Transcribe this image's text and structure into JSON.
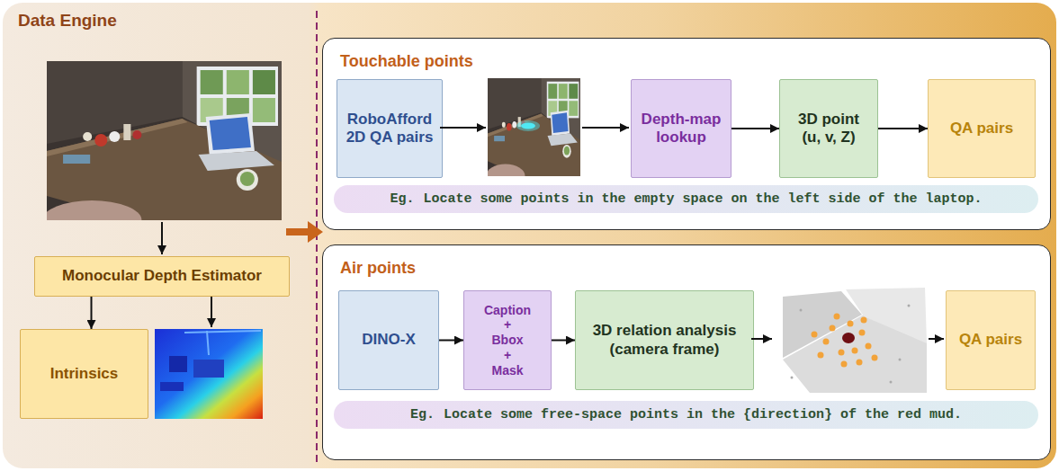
{
  "diagram": {
    "nodes": [
      {
        "text": [
          "Data Engine"
        ]
      },
      {
        "text": [
          "Monocular Depth Estimator"
        ],
        "in": 0
      },
      {
        "text": [
          "Intrinsics"
        ],
        "in": 0
      },
      {
        "text": [
          "Touchable points"
        ],
        "in": 0
      },
      {
        "text": [
          "RoboAfford 2D QA pairs"
        ],
        "in": 3
      },
      {
        "text": [
          "Depth-map lookup"
        ],
        "in": 3
      },
      {
        "text": [
          "3D point (u, v, Z)"
        ],
        "in": 3
      },
      {
        "text": [
          "QA pairs"
        ],
        "in": 3
      },
      {
        "text": [
          "Eg.",
          "Locate some points in the empty space on the left side of the laptop."
        ],
        "in": 3
      },
      {
        "text": [
          "Air points"
        ],
        "in": 0
      },
      {
        "text": [
          "DINO-X"
        ],
        "in": 9
      },
      {
        "text": [
          "Caption + Bbox + Mask"
        ],
        "in": 9
      },
      {
        "text": [
          "3D relation analysis (camera frame)"
        ],
        "in": 9
      },
      {
        "text": [
          "QA pairs"
        ],
        "in": 9
      },
      {
        "text": [
          "Eg.",
          "Locate some free-space points in the {direction} of the red mud."
        ],
        "in": 9
      }
    ],
    "edges": [
      {
        "from": 1,
        "to": 2,
        "arrow": "to"
      },
      {
        "from": 5,
        "to": 6,
        "arrow": "to"
      },
      {
        "from": 6,
        "to": 7,
        "arrow": "to"
      },
      {
        "from": 10,
        "to": 11,
        "arrow": "to"
      },
      {
        "from": 11,
        "to": 12,
        "arrow": "to"
      }
    ]
  }
}
